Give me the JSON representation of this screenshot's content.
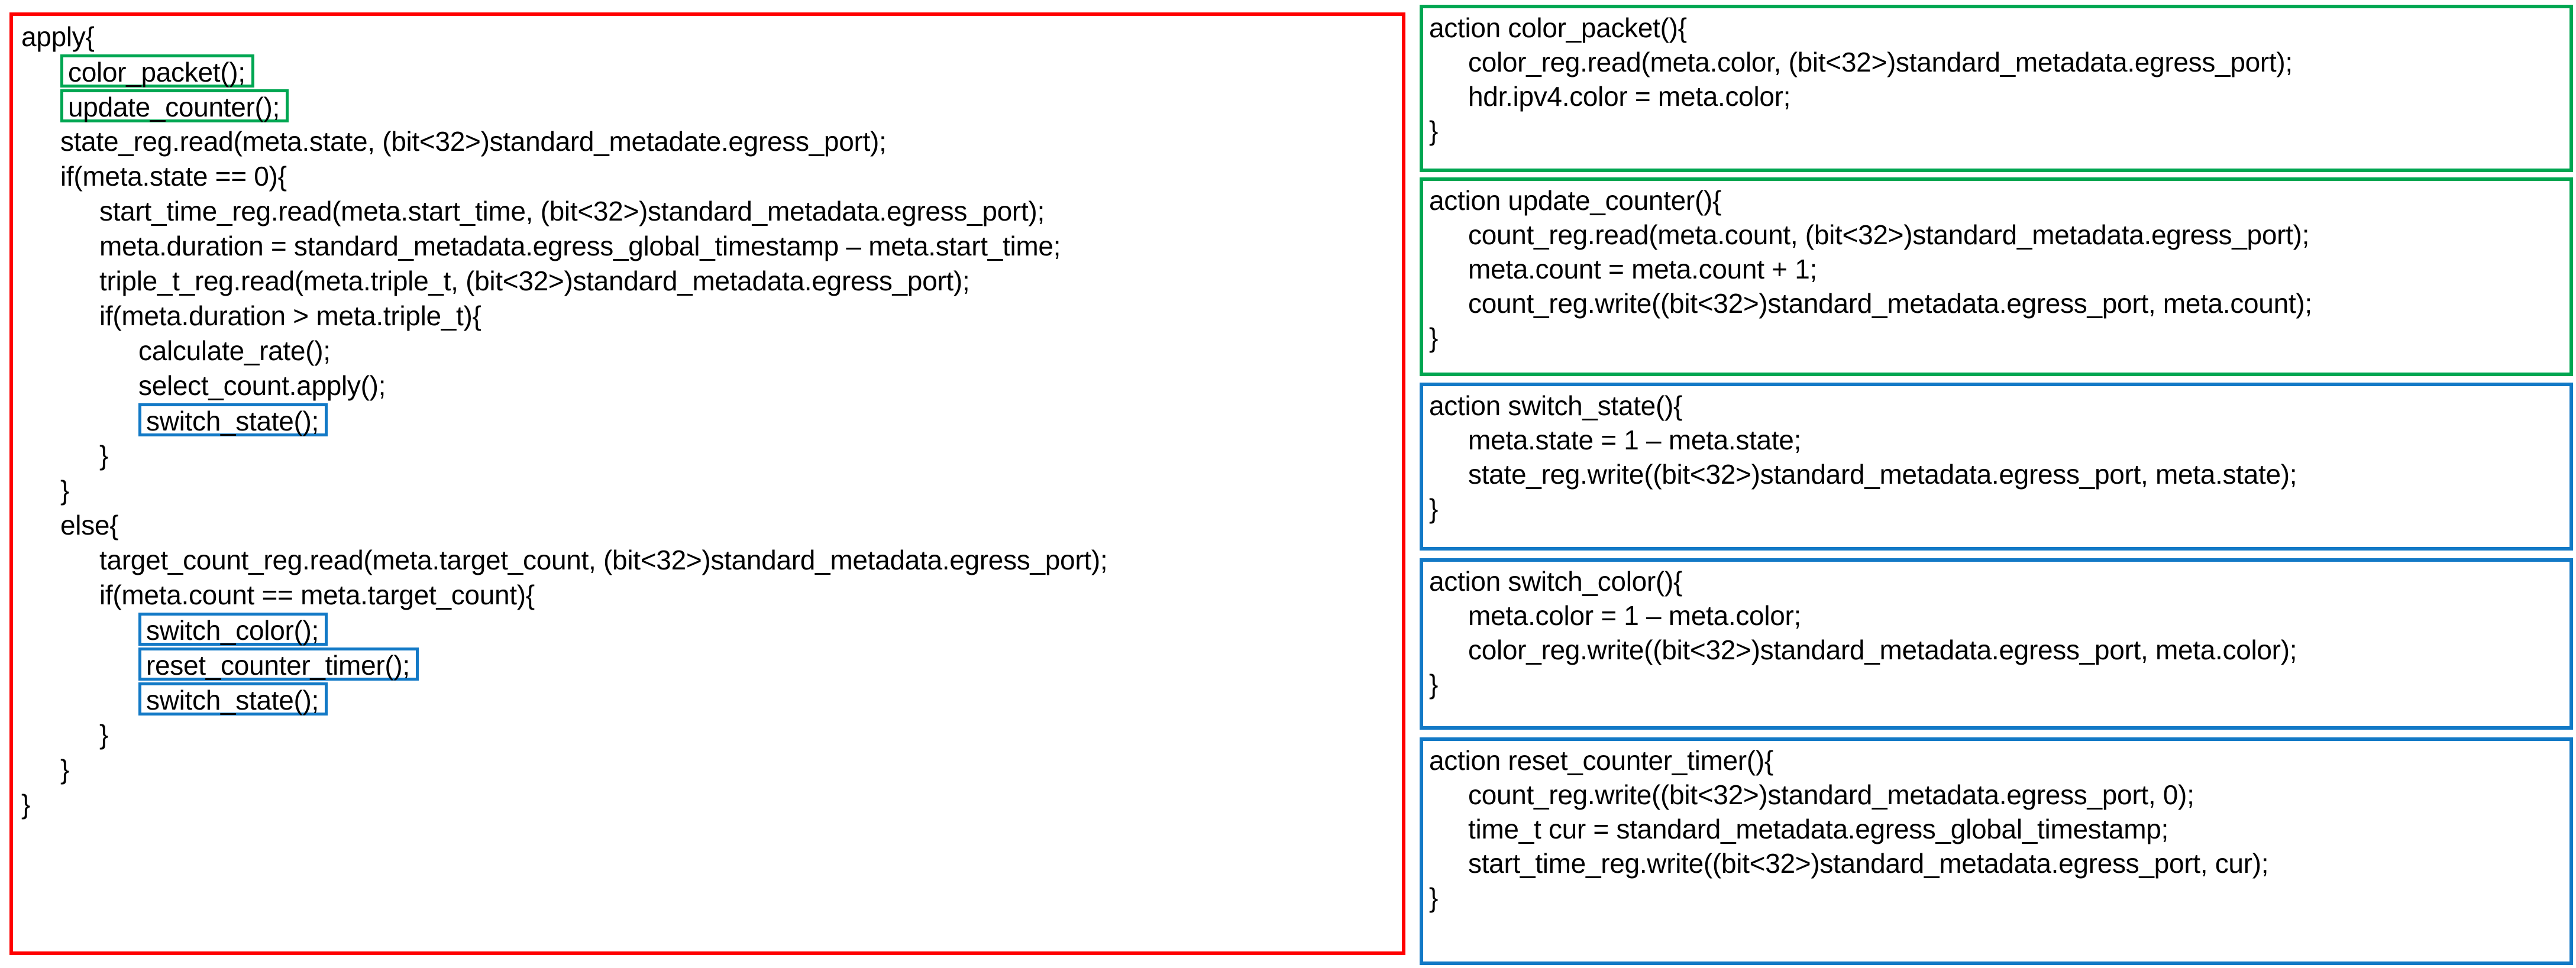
{
  "colors": {
    "apply_border": "#ff0000",
    "green_highlight": "#00a651",
    "blue_highlight": "#1279c6",
    "text": "#000000",
    "background": "#ffffff"
  },
  "apply_block": {
    "lines": [
      {
        "indent": 0,
        "text": "apply{"
      },
      {
        "indent": 1,
        "chip": "green",
        "text": "color_packet();"
      },
      {
        "indent": 1,
        "chip": "green",
        "text": "update_counter();"
      },
      {
        "indent": 1,
        "text": "state_reg.read(meta.state, (bit<32>)standard_metadate.egress_port);"
      },
      {
        "indent": 1,
        "text": "if(meta.state == 0){"
      },
      {
        "indent": 2,
        "text": "start_time_reg.read(meta.start_time, (bit<32>)standard_metadata.egress_port);"
      },
      {
        "indent": 2,
        "text": "meta.duration = standard_metadata.egress_global_timestamp – meta.start_time;"
      },
      {
        "indent": 2,
        "text": "triple_t_reg.read(meta.triple_t, (bit<32>)standard_metadata.egress_port);"
      },
      {
        "indent": 2,
        "text": "if(meta.duration > meta.triple_t){"
      },
      {
        "indent": 3,
        "text": "calculate_rate();"
      },
      {
        "indent": 3,
        "text": "select_count.apply();"
      },
      {
        "indent": 3,
        "chip": "blue",
        "text": "switch_state();"
      },
      {
        "indent": 2,
        "text": "}"
      },
      {
        "indent": 1,
        "text": "}"
      },
      {
        "indent": 1,
        "text": "else{"
      },
      {
        "indent": 2,
        "text": "target_count_reg.read(meta.target_count, (bit<32>)standard_metadata.egress_port);"
      },
      {
        "indent": 2,
        "text": "if(meta.count == meta.target_count){"
      },
      {
        "indent": 3,
        "chip": "blue",
        "text": "switch_color();"
      },
      {
        "indent": 3,
        "chip": "blue",
        "text": "reset_counter_timer();"
      },
      {
        "indent": 3,
        "chip": "blue",
        "text": "switch_state();"
      },
      {
        "indent": 2,
        "text": "}"
      },
      {
        "indent": 1,
        "text": "}"
      },
      {
        "indent": 0,
        "text": "}"
      }
    ]
  },
  "actions": [
    {
      "id": "color-packet",
      "name": "color_packet",
      "accent": "green",
      "lines": [
        {
          "indent": 0,
          "text": "action color_packet(){"
        },
        {
          "indent": 1,
          "text": "color_reg.read(meta.color, (bit<32>)standard_metadata.egress_port);"
        },
        {
          "indent": 1,
          "text": "hdr.ipv4.color = meta.color;"
        },
        {
          "indent": 0,
          "text": "}"
        }
      ]
    },
    {
      "id": "update-counter",
      "name": "update_counter",
      "accent": "green",
      "lines": [
        {
          "indent": 0,
          "text": "action update_counter(){"
        },
        {
          "indent": 1,
          "text": "count_reg.read(meta.count, (bit<32>)standard_metadata.egress_port);"
        },
        {
          "indent": 1,
          "text": "meta.count = meta.count + 1;"
        },
        {
          "indent": 1,
          "text": "count_reg.write((bit<32>)standard_metadata.egress_port, meta.count);"
        },
        {
          "indent": 0,
          "text": "}"
        }
      ]
    },
    {
      "id": "switch-state",
      "name": "switch_state",
      "accent": "blue",
      "lines": [
        {
          "indent": 0,
          "text": "action switch_state(){"
        },
        {
          "indent": 1,
          "text": "meta.state = 1 – meta.state;"
        },
        {
          "indent": 1,
          "text": "state_reg.write((bit<32>)standard_metadata.egress_port, meta.state);"
        },
        {
          "indent": 0,
          "text": "}"
        }
      ]
    },
    {
      "id": "switch-color",
      "name": "switch_color",
      "accent": "blue",
      "lines": [
        {
          "indent": 0,
          "text": "action switch_color(){"
        },
        {
          "indent": 1,
          "text": "meta.color = 1 – meta.color;"
        },
        {
          "indent": 1,
          "text": "color_reg.write((bit<32>)standard_metadata.egress_port, meta.color);"
        },
        {
          "indent": 0,
          "text": "}"
        }
      ]
    },
    {
      "id": "reset-counter-timer",
      "name": "reset_counter_timer",
      "accent": "blue",
      "lines": [
        {
          "indent": 0,
          "text": "action reset_counter_timer(){"
        },
        {
          "indent": 1,
          "text": "count_reg.write((bit<32>)standard_metadata.egress_port, 0);"
        },
        {
          "indent": 1,
          "text": "time_t cur = standard_metadata.egress_global_timestamp;"
        },
        {
          "indent": 1,
          "text": "start_time_reg.write((bit<32>)standard_metadata.egress_port, cur);"
        },
        {
          "indent": 0,
          "text": "}"
        }
      ]
    }
  ]
}
